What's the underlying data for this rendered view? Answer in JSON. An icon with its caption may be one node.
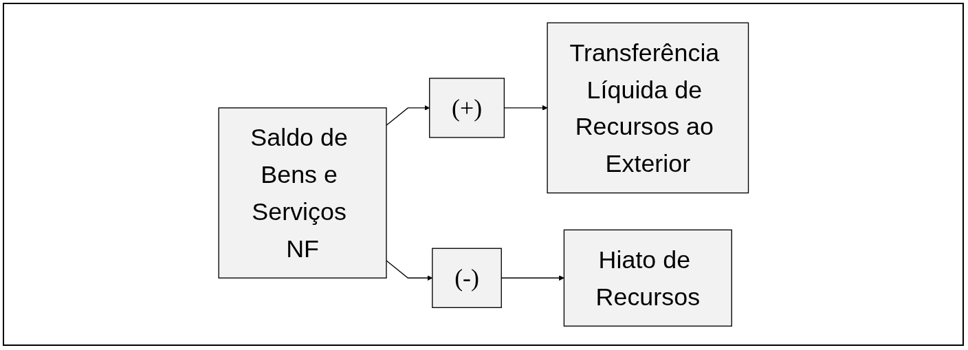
{
  "diagram": {
    "nodes": [
      {
        "text": [
          "Saldo de Bens e Serviços NF"
        ]
      },
      {
        "text": [
          "(+)"
        ]
      },
      {
        "text": [
          "Transferência Líquida de Recursos ao Exterior"
        ]
      },
      {
        "text": [
          "(-)"
        ]
      },
      {
        "text": [
          "Hiato de Recursos"
        ]
      }
    ],
    "edges": [
      {
        "from": 0,
        "to": 1,
        "arrow": "to"
      },
      {
        "from": 1,
        "to": 2,
        "arrow": "to"
      },
      {
        "from": 0,
        "to": 3,
        "arrow": "to"
      },
      {
        "from": 3,
        "to": 4,
        "arrow": "to"
      }
    ]
  }
}
